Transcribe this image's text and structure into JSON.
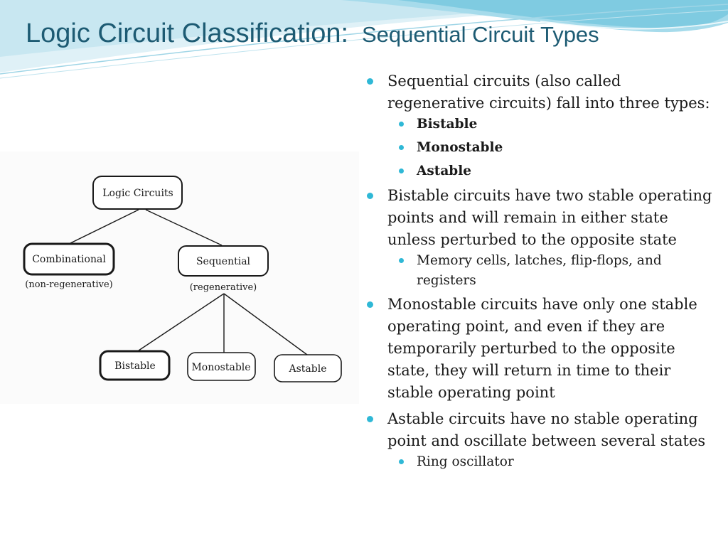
{
  "slide": {
    "title": "Logic Circuit Classification:",
    "subtitle": "Sequential Circuit Types"
  },
  "diagram": {
    "root": "Logic Circuits",
    "combinational": "Combinational",
    "combinational_note": "(non-regenerative)",
    "sequential": "Sequential",
    "sequential_note": "(regenerative)",
    "bistable": "Bistable",
    "monostable": "Monostable",
    "astable": "Astable"
  },
  "bullets": [
    {
      "text": "Sequential circuits (also called regenerative circuits) fall into three types:",
      "sub": [
        "Bistable",
        "Monostable",
        "Astable"
      ]
    },
    {
      "text": "Bistable circuits have two stable operating points and will remain in either state unless perturbed to the opposite state",
      "sub": [
        "Memory cells, latches, flip-flops, and registers"
      ]
    },
    {
      "text": "Monostable circuits have only one stable operating point, and even if they are temporarily perturbed to the opposite state, they will return in time to their stable operating point"
    },
    {
      "text": "Astable circuits have no stable operating point and oscillate between several states",
      "sub": [
        "Ring oscillator"
      ]
    }
  ],
  "colors": {
    "title": "#1d5b73",
    "bullet": "#2fb8d6",
    "wave_light": "#cfeaf3",
    "wave_mid": "#8fd0e4"
  }
}
